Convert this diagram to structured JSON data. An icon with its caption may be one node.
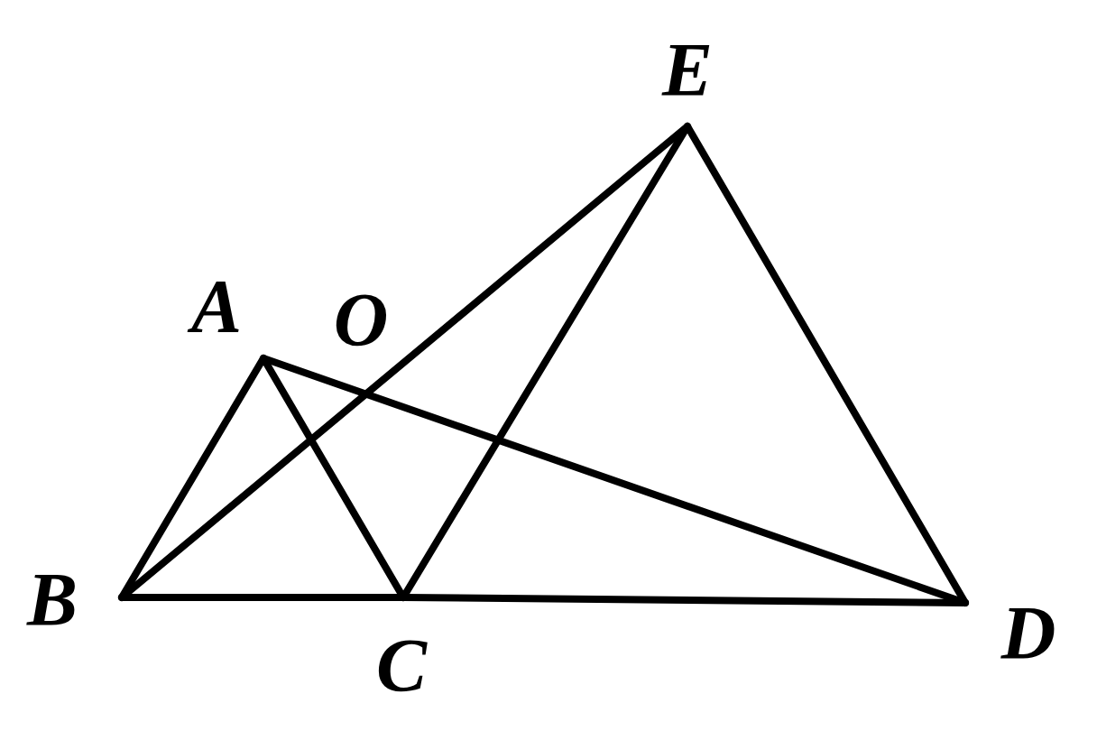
{
  "diagram": {
    "nodes": [
      {
        "text": [
          "E"
        ]
      },
      {
        "text": [
          "A"
        ]
      },
      {
        "text": [
          "B"
        ]
      },
      {
        "text": [
          "C"
        ]
      },
      {
        "text": [
          "D"
        ]
      }
    ],
    "edges": [
      {
        "from": 1,
        "to": 2,
        "arrow": "none"
      },
      {
        "from": 1,
        "to": 3,
        "arrow": "none"
      },
      {
        "from": 1,
        "to": 4,
        "arrow": "none"
      },
      {
        "from": 2,
        "to": 3,
        "arrow": "none"
      },
      {
        "from": 3,
        "to": 4,
        "arrow": "none"
      },
      {
        "from": 2,
        "to": 0,
        "arrow": "none"
      },
      {
        "from": 3,
        "to": 0,
        "arrow": "none"
      },
      {
        "from": 0,
        "to": 4,
        "arrow": "none"
      }
    ],
    "labels": [
      "O"
    ]
  }
}
